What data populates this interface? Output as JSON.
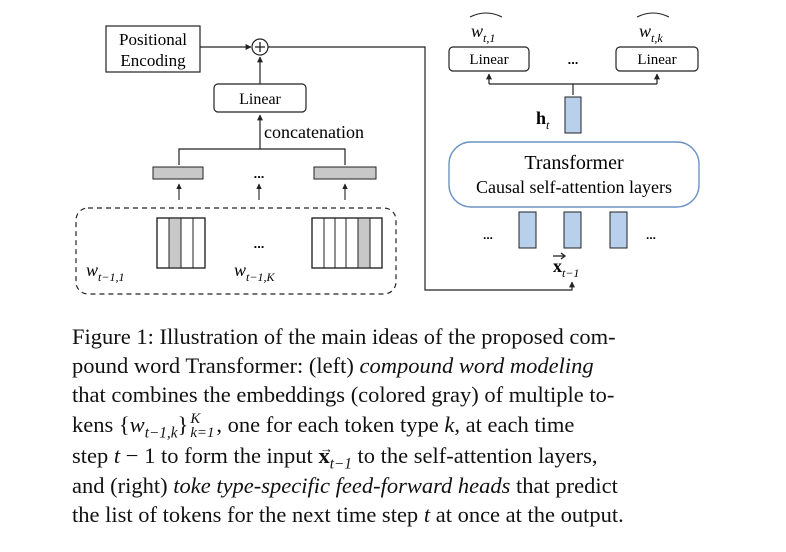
{
  "diagram": {
    "positional_encoding": [
      "Positional",
      "Encoding"
    ],
    "plus": "+",
    "linear_left": "Linear",
    "concatenation": "concatenation",
    "dots": "...",
    "in_first": {
      "main": "w",
      "sub": "t−1,1"
    },
    "in_last": {
      "main": "w",
      "sub": "t−1,K"
    },
    "head_first_label": "Linear",
    "head_last_label": "Linear",
    "out_first": {
      "main": "w",
      "sub": "t,1"
    },
    "out_last": {
      "main": "w",
      "sub": "t,k"
    },
    "h": {
      "main": "h",
      "sub": "t"
    },
    "transformer_title": "Transformer",
    "transformer_sub": "Causal self-attention layers",
    "x_in": {
      "main": "x",
      "sub": "t−1"
    },
    "colors": {
      "gray_fill": "#c8c8c8",
      "blue_fill": "#b8d0ec",
      "blue_border": "#6d93c4",
      "stroke": "#222222"
    }
  },
  "caption": {
    "l1": "Figure 1: Illustration of the main ideas of the proposed com-",
    "l2_a": "pound word Transformer: (left) ",
    "l2_em": "compound word modeling",
    "l3": "that combines the embeddings (colored gray) of multiple to-",
    "l4_a": "kens {",
    "l4_w": "w",
    "l4_sub": "t−1,k",
    "l4_b": "}",
    "l4_supsub_k": "K",
    "l4_supsub_eq": "k=1",
    "l4_c": ", one for each token type ",
    "l4_k": "k",
    "l4_d": ", at each time",
    "l5_a": "step ",
    "l5_t": "t",
    "l5_b": " − 1 to form the input ",
    "l5_x": "x",
    "l5_xsub": "t−1",
    "l5_c": " to the self-attention layers,",
    "l6_a": "and (right) ",
    "l6_em": "toke type-specific feed-forward heads",
    "l6_b": " that predict",
    "l7_a": "the list of tokens for the next time step ",
    "l7_t": "t",
    "l7_b": " at once at the output."
  }
}
